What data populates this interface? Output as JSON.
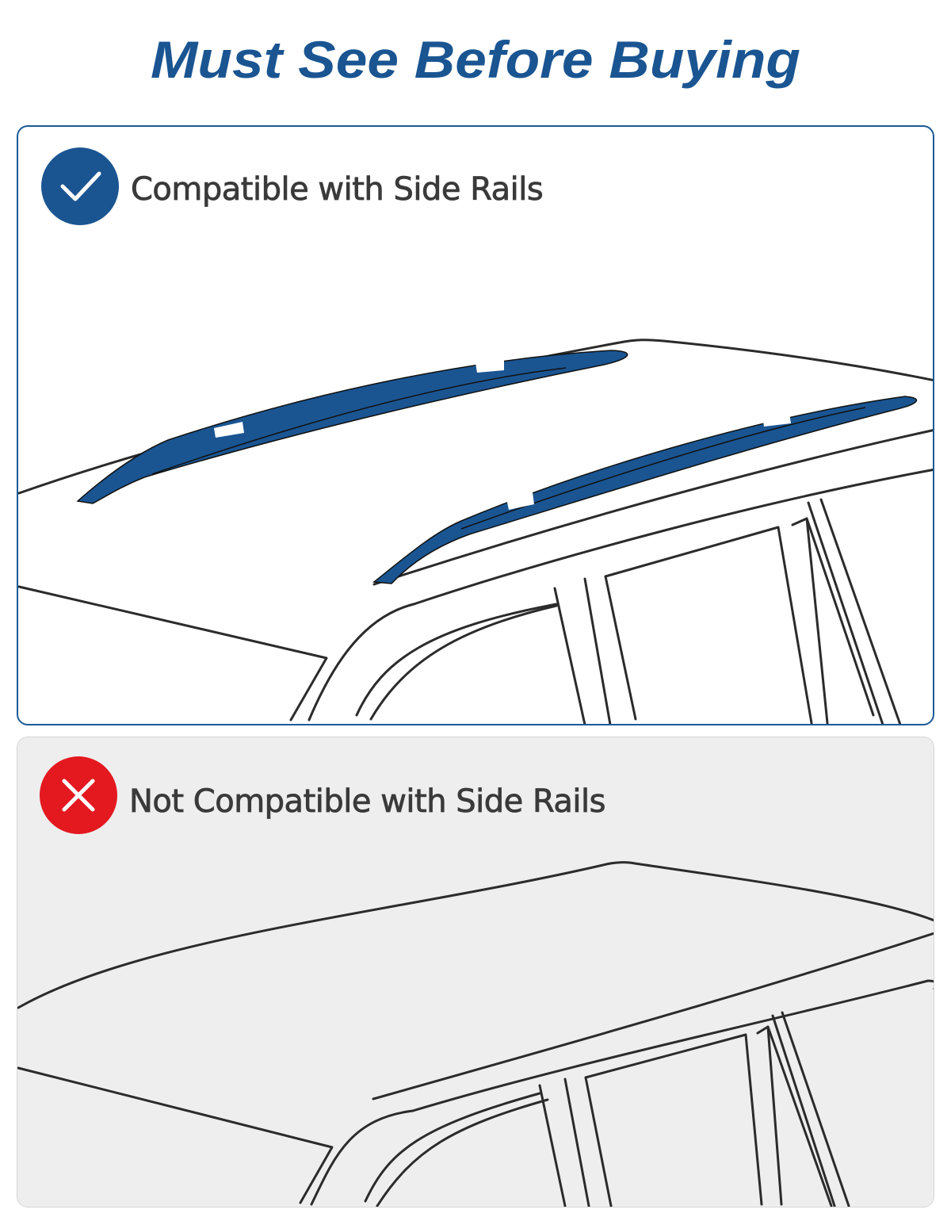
{
  "header": {
    "title": "Must See Before Buying",
    "title_color": "#1a5592"
  },
  "panels": [
    {
      "status": "compatible",
      "icon": "checkmark-icon",
      "badge_color": "#1a5592",
      "label": "Compatible with Side Rails",
      "illustration": "car-roof-with-side-rails",
      "rail_color": "#1a5592"
    },
    {
      "status": "not-compatible",
      "icon": "x-mark-icon",
      "badge_color": "#e3191f",
      "label": "Not Compatible with Side Rails",
      "illustration": "car-roof-without-side-rails",
      "background_color": "#eeeeee"
    }
  ]
}
